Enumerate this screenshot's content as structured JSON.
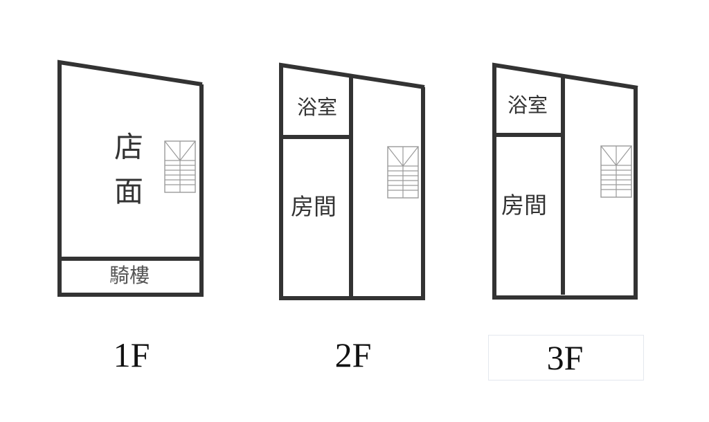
{
  "colors": {
    "wall": "#333333",
    "stair_line": "#9a9a9a",
    "text": "#333333",
    "label_box_border": "#e3e7ee"
  },
  "floors": [
    {
      "id": "1F",
      "label": "1F",
      "rooms": [
        {
          "name": "店面",
          "line1": "店",
          "line2": "面"
        },
        {
          "name": "騎樓"
        }
      ],
      "has_stairs": true
    },
    {
      "id": "2F",
      "label": "2F",
      "rooms": [
        {
          "name": "浴室"
        },
        {
          "name": "房間"
        }
      ],
      "has_stairs": true
    },
    {
      "id": "3F",
      "label": "3F",
      "rooms": [
        {
          "name": "浴室"
        },
        {
          "name": "房間"
        }
      ],
      "has_stairs": true,
      "label_boxed": true
    }
  ]
}
